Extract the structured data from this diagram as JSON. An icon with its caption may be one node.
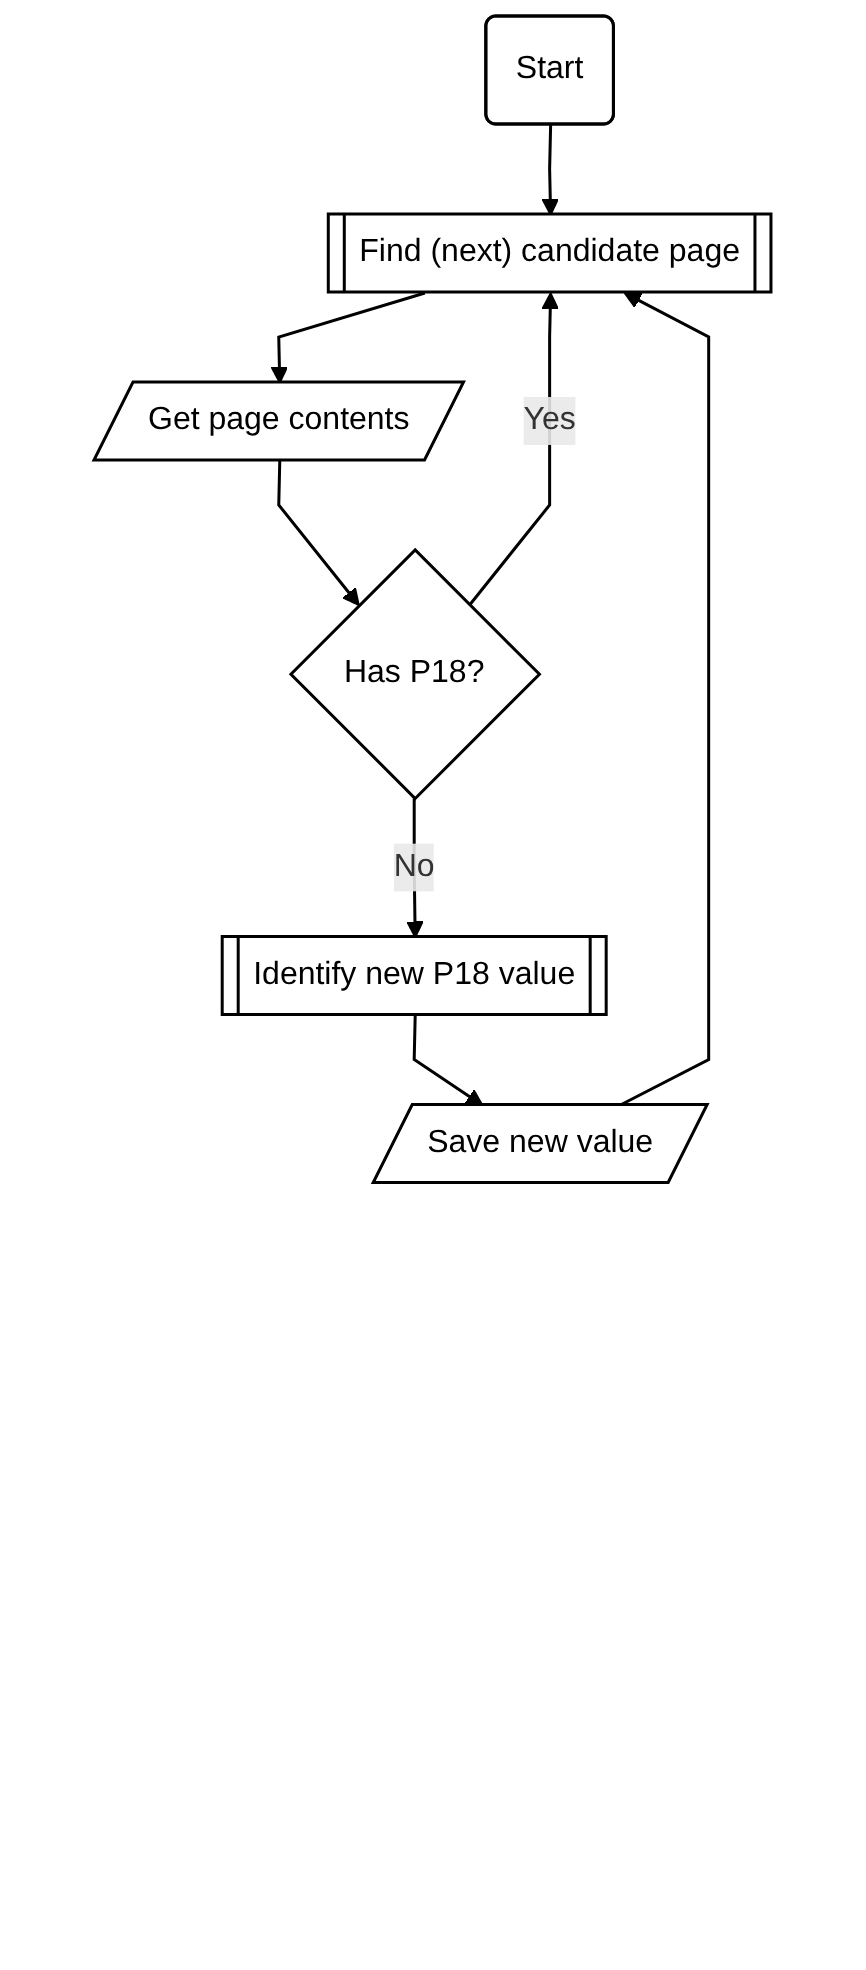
{
  "diagram": {
    "nodes": [
      {
        "text": [
          "Start"
        ]
      },
      {
        "text": [
          "Find (next) candidate page"
        ]
      },
      {
        "text": [
          "Get page contents"
        ]
      },
      {
        "text": [
          "Has P18?"
        ]
      },
      {
        "text": [
          "Identify new P18 value"
        ]
      },
      {
        "text": [
          "Save new value"
        ]
      }
    ],
    "edges": [
      {
        "from": 0,
        "to": 1,
        "arrow": "to"
      },
      {
        "from": 1,
        "to": 2,
        "arrow": "to"
      },
      {
        "from": 2,
        "to": 3,
        "arrow": "to"
      },
      {
        "from": 3,
        "to": 1,
        "label": "Yes",
        "arrow": "to"
      },
      {
        "from": 3,
        "to": 4,
        "label": "No",
        "arrow": "to"
      },
      {
        "from": 4,
        "to": 5,
        "arrow": "to"
      },
      {
        "from": 5,
        "to": 1,
        "arrow": "to"
      }
    ]
  }
}
